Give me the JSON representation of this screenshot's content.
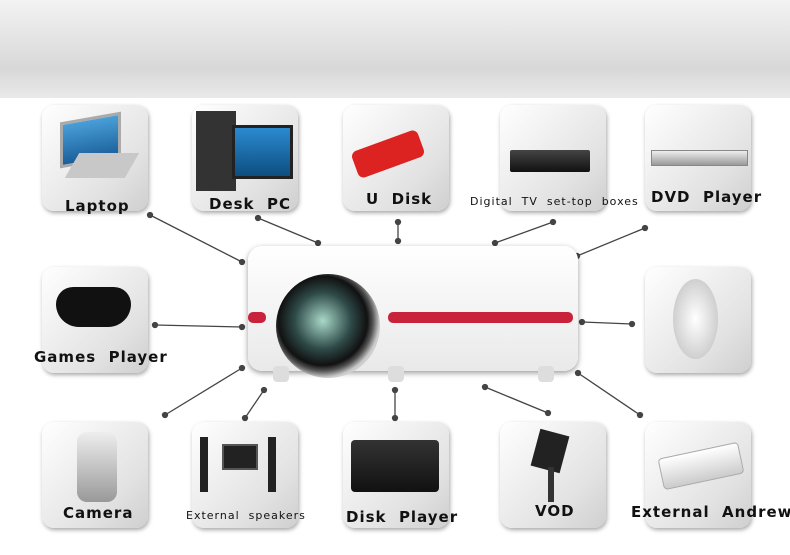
{
  "devices": {
    "laptop": "Laptop",
    "desk_pc": "Desk  PC",
    "u_disk": "U  Disk",
    "digital_tv": "Digital  TV  set-top  boxes",
    "dvd_player": "DVD  Player",
    "games_player": "Games  Player",
    "camera": "Camera",
    "external_speakers": "External  speakers",
    "disk_player": "Disk  Player",
    "vod": "VOD",
    "external_andrews": "External  Andrews"
  },
  "colors": {
    "accent": "#c8233b"
  }
}
